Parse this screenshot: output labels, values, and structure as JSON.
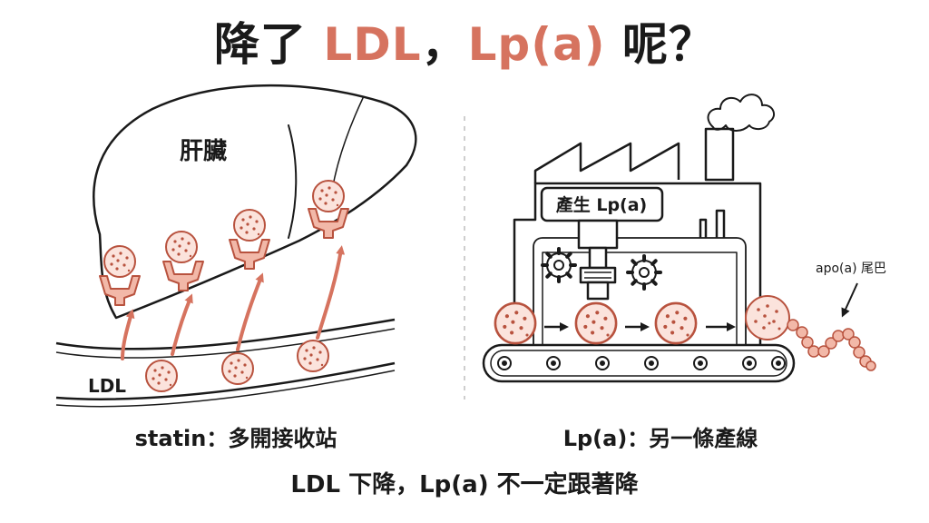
{
  "title": {
    "part1": "降了 ",
    "ldl": "LDL",
    "comma": "，",
    "lpa": "Lp(a)",
    "part2": " 呢？"
  },
  "left_panel": {
    "organ_label": "肝臟",
    "ldl_label": "LDL",
    "caption": "statin：多開接收站"
  },
  "right_panel": {
    "factory_sign": "產生 Lp(a)",
    "tail_label": "apo(a) 尾巴",
    "caption": "Lp(a)：另一條產線"
  },
  "bottom_text": "LDL 下降，Lp(a) 不一定跟著降",
  "colors": {
    "accent": "#d6735f",
    "particle_fill": "#fbe3dc",
    "receptor_fill": "#f2b8a8",
    "ink": "#1a1a1a"
  }
}
